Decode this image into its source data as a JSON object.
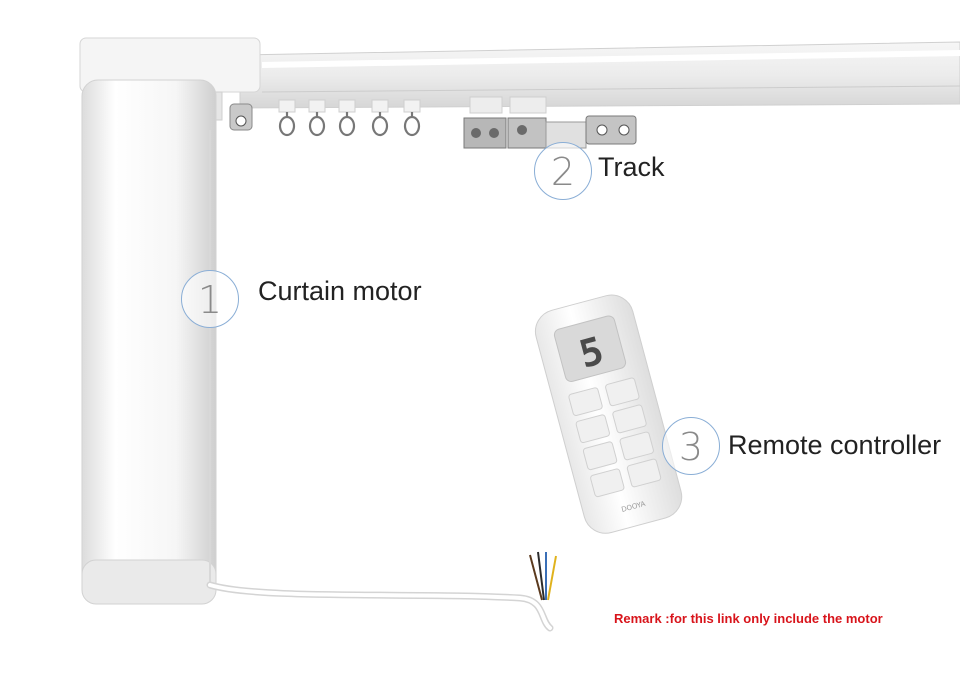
{
  "callouts": [
    {
      "number": "1",
      "label": "Curtain motor"
    },
    {
      "number": "2",
      "label": "Track"
    },
    {
      "number": "3",
      "label": "Remote controller"
    }
  ],
  "remote": {
    "display_digit": "5",
    "brand": "DOOYA"
  },
  "remark": "Remark :for this link only include the motor",
  "colors": {
    "accent_ring": "#8aaed6",
    "remark_text": "#d8141b",
    "product_white": "#f4f4f4"
  }
}
